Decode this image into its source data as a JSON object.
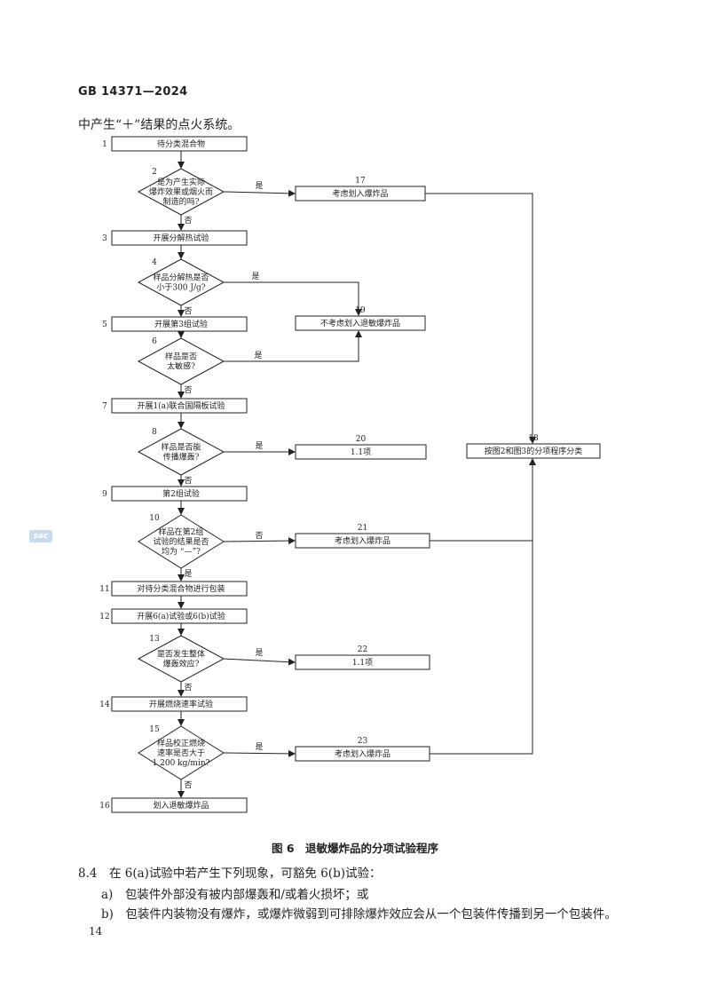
{
  "header": {
    "standard_no": "GB 14371—2024"
  },
  "intro": "中产生“＋”结果的点火系统。",
  "flowchart": {
    "steps": [
      {
        "num": "1",
        "text": [
          "待分类混合物"
        ]
      },
      {
        "num": "2",
        "text": [
          "是为产生实际",
          "爆炸效果或烟火而",
          "制造的吗?"
        ]
      },
      {
        "num": "3",
        "text": [
          "开展分解热试验"
        ]
      },
      {
        "num": "4",
        "text": [
          "样品分解热是否",
          "小于300 J/g?"
        ]
      },
      {
        "num": "5",
        "text": [
          "开展第3组试验"
        ]
      },
      {
        "num": "6",
        "text": [
          "样品是否",
          "太敏感?"
        ]
      },
      {
        "num": "7",
        "text": [
          "开展1(a)联合国隔板试验"
        ]
      },
      {
        "num": "8",
        "text": [
          "样品是否能",
          "传播爆轰?"
        ]
      },
      {
        "num": "9",
        "text": [
          "第2组试验"
        ]
      },
      {
        "num": "10",
        "text": [
          "样品在第2组",
          "试验的结果是否",
          "均为 “—”?"
        ]
      },
      {
        "num": "11",
        "text": [
          "对待分类混合物进行包装"
        ]
      },
      {
        "num": "12",
        "text": [
          "开展6(a)试验或6(b)试验"
        ]
      },
      {
        "num": "13",
        "text": [
          "是否发生整体",
          "爆轰效应?"
        ]
      },
      {
        "num": "14",
        "text": [
          "开展燃烧速率试验"
        ]
      },
      {
        "num": "15",
        "text": [
          "样品校正燃烧",
          "速率是否大于",
          "1 200 kg/min?"
        ]
      },
      {
        "num": "16",
        "text": [
          "划入退敏爆炸品"
        ]
      }
    ],
    "outcomes": [
      {
        "num": "17",
        "text": "考虑划入爆炸品"
      },
      {
        "num": "18",
        "text": "按图2和图3的分项程序分类"
      },
      {
        "num": "19",
        "text": "不考虑划入退敏爆炸品"
      },
      {
        "num": "20",
        "text": "1.1项"
      },
      {
        "num": "21",
        "text": "考虑划入爆炸品"
      },
      {
        "num": "22",
        "text": "1.1项"
      },
      {
        "num": "23",
        "text": "考虑划入爆炸品"
      }
    ],
    "labels": {
      "yes": "是",
      "no": "否"
    }
  },
  "figure_caption": "图 6　退敏爆炸品的分项试验程序",
  "section": {
    "p1": "8.4　在 6(a)试验中若产生下列现象，可豁免 6(b)试验：",
    "a": "a)　包装件外部没有被内部爆轰和/或着火损坏；或",
    "b": "b)　包装件内装物没有爆炸，或爆炸微弱到可排除爆炸效应会从一个包装件传播到另一个包装件。"
  },
  "page_number": "14",
  "watermark": "sac"
}
